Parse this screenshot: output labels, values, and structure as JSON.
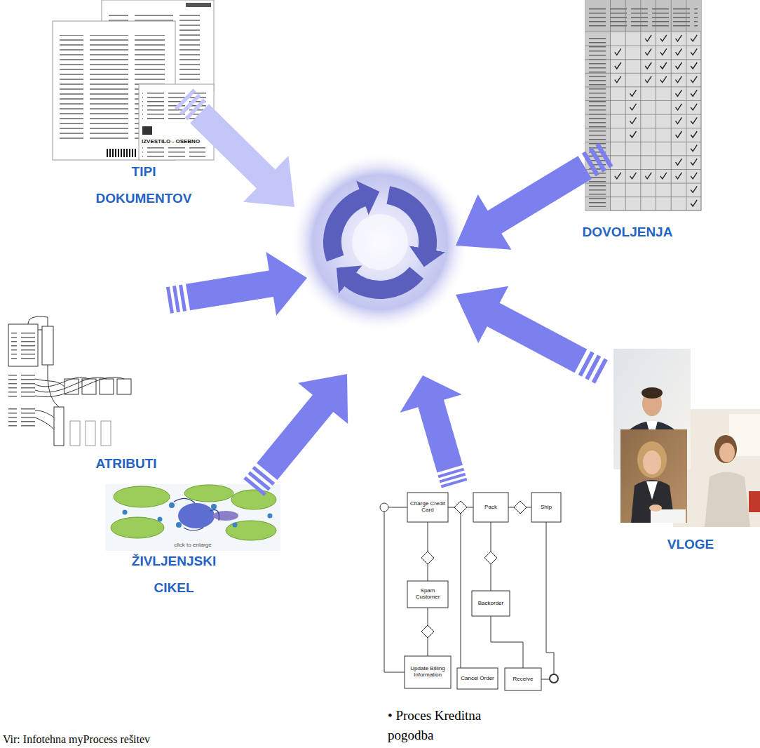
{
  "diagram": {
    "labels": [
      "TIPI DOKUMENTOV",
      "DOVOLJENJA",
      "ATRIBUTI",
      "ŽIVLJENJSKI CIKEL",
      "VLOGE",
      "• Proces Kreditna pogodba",
      "Vir: Infotehna myProcess rešitev",
      "IZVESTILO - OSEBNO",
      "click to enlarge",
      "Charge Credit Card",
      "Pack",
      "Ship",
      "Spam Customer",
      "Backorder",
      "Update Billing Information",
      "Cancel Order",
      "Receive"
    ]
  }
}
